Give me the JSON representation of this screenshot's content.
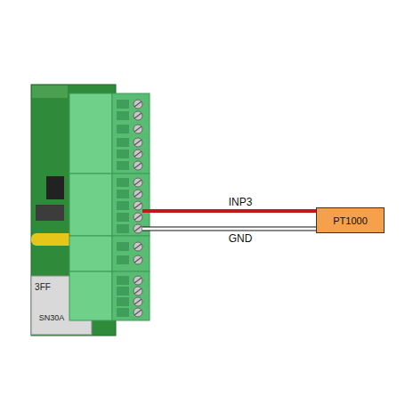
{
  "diagram": {
    "nodes": [
      {
        "text": [
          "PT1000"
        ]
      }
    ],
    "labels": [
      "INP3",
      "GND",
      "3FF",
      "SN30A"
    ]
  }
}
